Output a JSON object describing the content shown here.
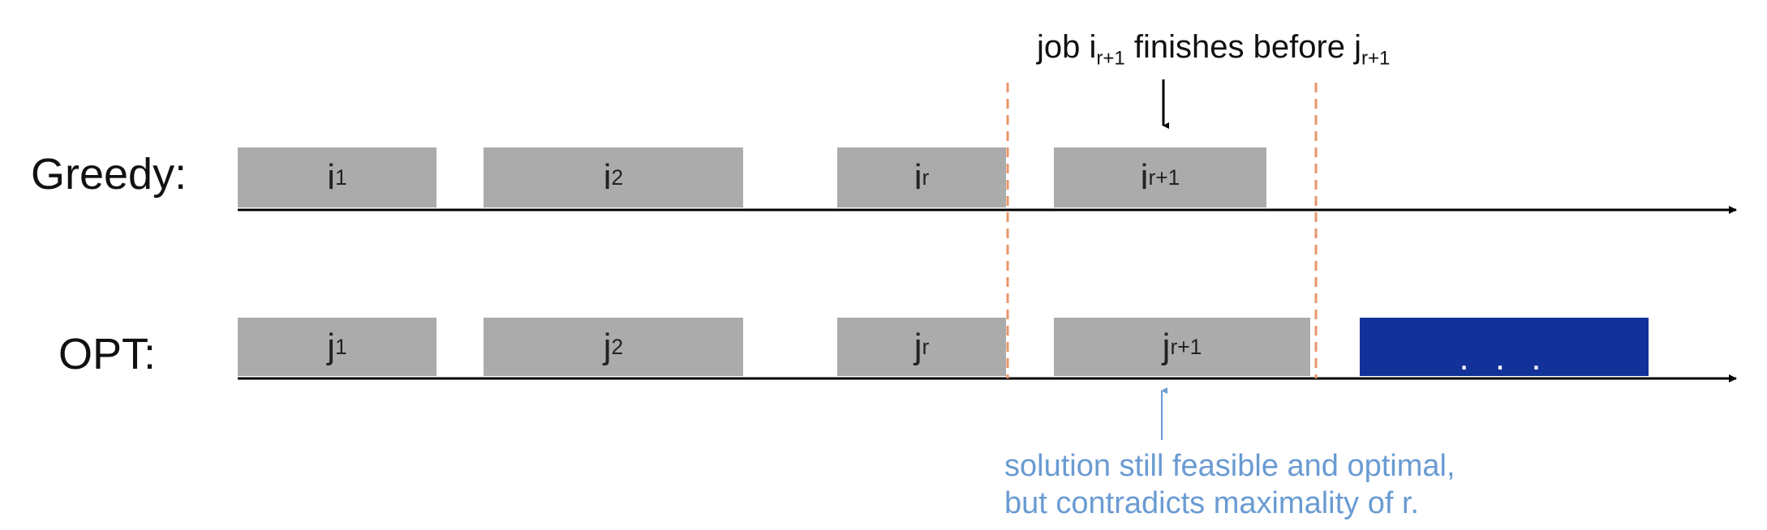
{
  "rows": {
    "greedy": {
      "label": "Greedy:",
      "blocks": [
        {
          "base": "i",
          "sub": "1"
        },
        {
          "base": "i",
          "sub": "2"
        },
        {
          "base": "i",
          "sub": "r"
        },
        {
          "base": "i",
          "sub": "r+1"
        }
      ]
    },
    "opt": {
      "label": "OPT:",
      "blocks": [
        {
          "base": "j",
          "sub": "1"
        },
        {
          "base": "j",
          "sub": "2"
        },
        {
          "base": "j",
          "sub": "r"
        },
        {
          "base": "j",
          "sub": "r+1"
        }
      ],
      "more": ". . ."
    }
  },
  "annotations": {
    "top": {
      "prefix": "job ",
      "i_base": "i",
      "i_sub": "r+1",
      "middle": " finishes before ",
      "j_base": "j",
      "j_sub": "r+1"
    },
    "bottom": {
      "line1": "solution still feasible and optimal,",
      "line2": "but contradicts maximality of r."
    }
  },
  "colors": {
    "block": "#ababab",
    "highlight_block": "#12329a",
    "dashed_line": "#e8956a",
    "note_blue": "#6a9bd2",
    "axis": "#000000"
  }
}
